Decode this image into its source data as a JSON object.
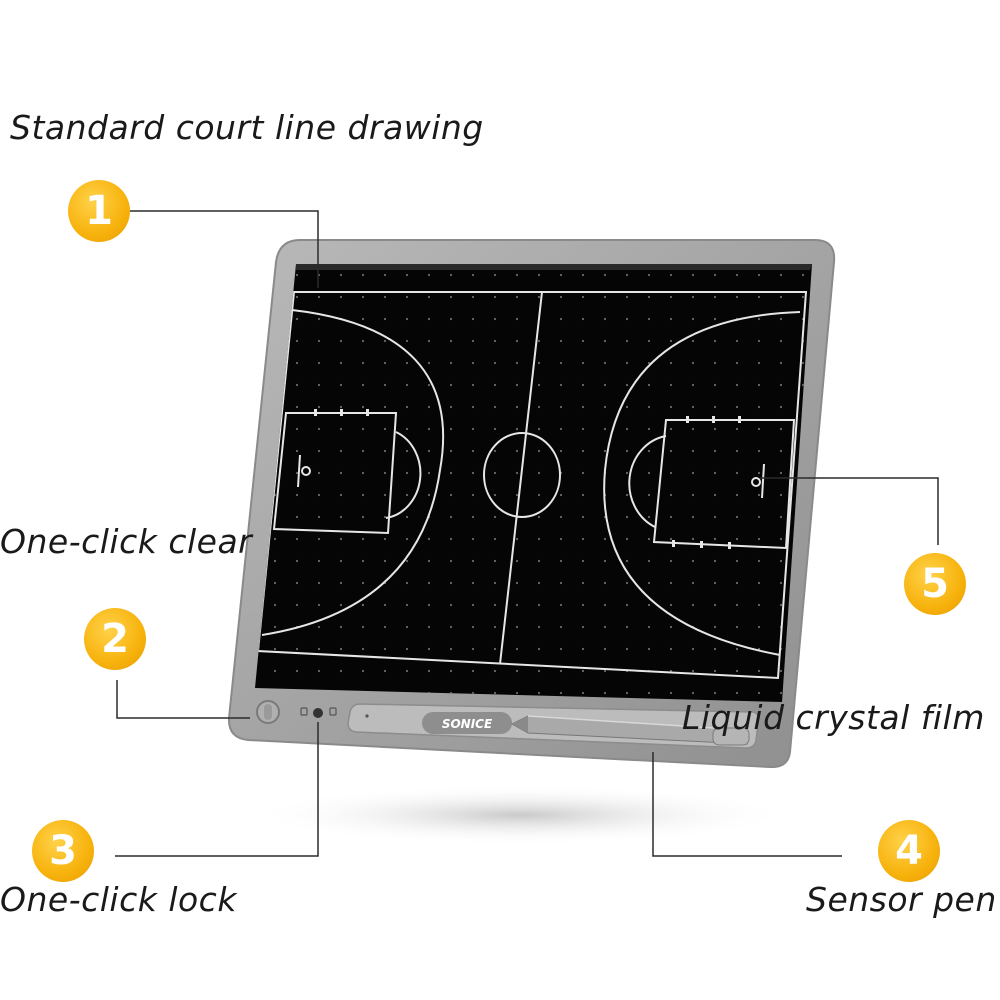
{
  "callouts": [
    {
      "number": "1",
      "label": "Standard court line drawing"
    },
    {
      "number": "2",
      "label": "One-click clear"
    },
    {
      "number": "3",
      "label": "One-click lock"
    },
    {
      "number": "4",
      "label": "Sensor pen"
    },
    {
      "number": "5",
      "label": "Liquid crystal film"
    }
  ],
  "brand": "SONICE",
  "colors": {
    "badge": "#f7b20c",
    "frame": "#a3a3a3",
    "screen": "#050505",
    "court_lines": "#e6e6e6"
  }
}
